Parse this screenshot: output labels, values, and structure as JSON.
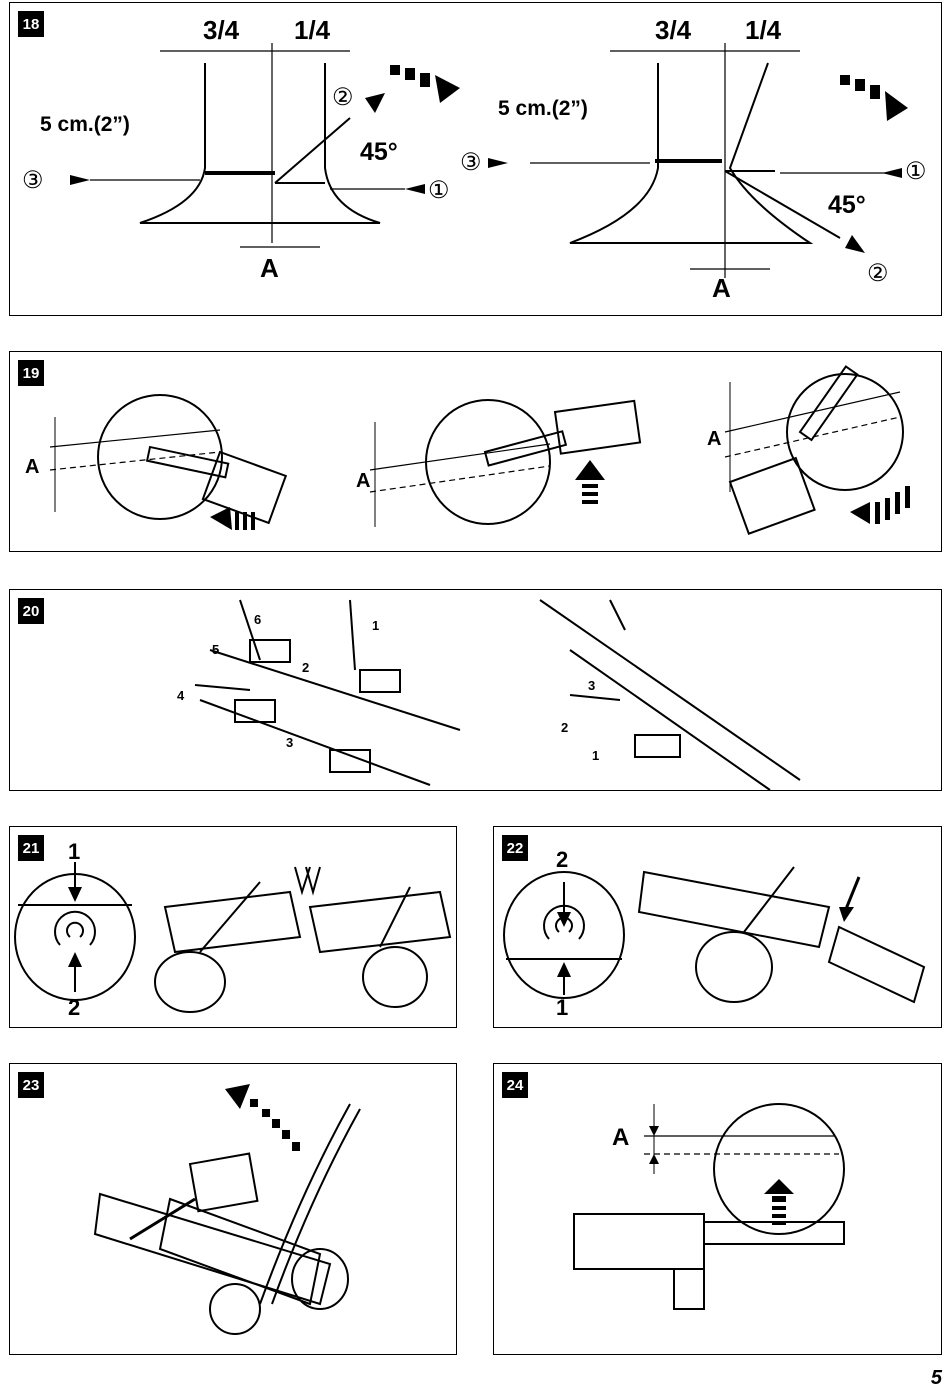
{
  "page_number": "5",
  "fig18": {
    "number": "18",
    "left": {
      "ratio_left": "3/4",
      "ratio_right": "1/4",
      "height": "5 cm.(2”)",
      "angle": "45°",
      "dim": "A",
      "c1": "①",
      "c2": "②",
      "c3": "③"
    },
    "right": {
      "ratio_left": "3/4",
      "ratio_right": "1/4",
      "height": "5 cm.(2”)",
      "angle": "45°",
      "dim": "A",
      "c1": "①",
      "c2": "②",
      "c3": "③"
    }
  },
  "fig19": {
    "number": "19",
    "dim": "A"
  },
  "fig20": {
    "number": "20",
    "left_labels": [
      "1",
      "2",
      "3",
      "4",
      "5",
      "6"
    ],
    "right_labels": [
      "1",
      "2",
      "3"
    ]
  },
  "fig21": {
    "number": "21",
    "top": "1",
    "bottom": "2"
  },
  "fig22": {
    "number": "22",
    "top": "2",
    "bottom": "1"
  },
  "fig23": {
    "number": "23"
  },
  "fig24": {
    "number": "24",
    "dim": "A"
  }
}
